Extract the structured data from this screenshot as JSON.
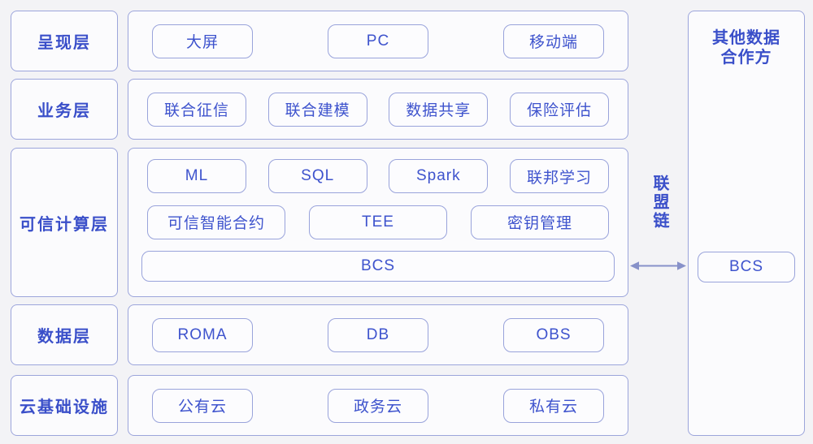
{
  "colors": {
    "accent_text": "#3E53CD",
    "label_text": "#3A4FC9",
    "border": "#9CA5DB",
    "chip_border": "#99A3DB",
    "panel_bg": "#FBFBFD",
    "page_bg": "#F3F3F6",
    "arrow": "#8791C9"
  },
  "layers": [
    {
      "label": "呈现层",
      "items": [
        "大屏",
        "PC",
        "移动端"
      ]
    },
    {
      "label": "业务层",
      "items": [
        "联合征信",
        "联合建模",
        "数据共享",
        "保险评估"
      ]
    },
    {
      "label": "可信计算层",
      "rows": [
        [
          "ML",
          "SQL",
          "Spark",
          "联邦学习"
        ],
        [
          "可信智能合约",
          "TEE",
          "密钥管理"
        ],
        [
          "BCS"
        ]
      ]
    },
    {
      "label": "数据层",
      "items": [
        "ROMA",
        "DB",
        "OBS"
      ]
    },
    {
      "label": "云基础设施",
      "items": [
        "公有云",
        "政务云",
        "私有云"
      ]
    }
  ],
  "consortium_chain": {
    "label": "联盟链"
  },
  "partner_panel": {
    "title": "其他数据合作方",
    "node": "BCS"
  }
}
